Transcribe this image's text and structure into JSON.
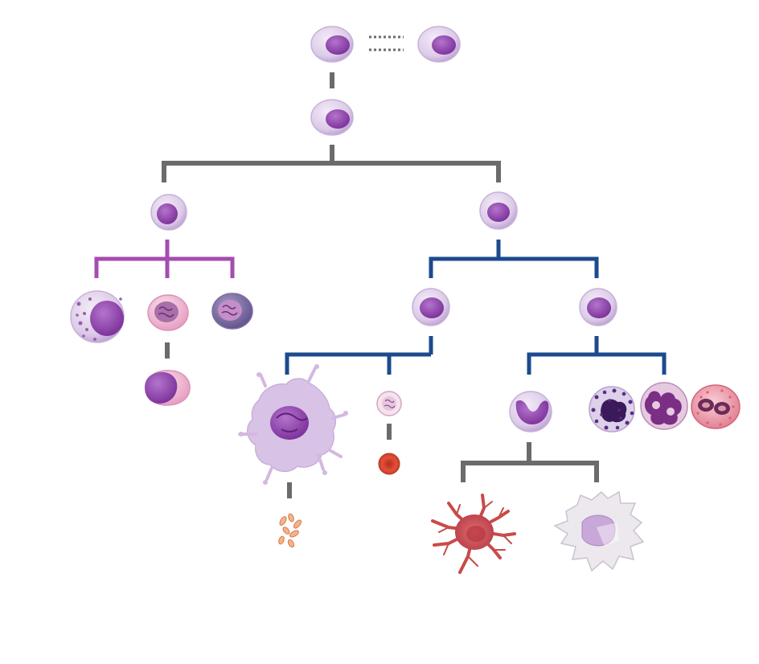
{
  "colors": {
    "connector_gray": "#6b6b6b",
    "connector_purple": "#a64cb0",
    "connector_blue": "#1c4a8e",
    "cell_lavender": "#d9c5e6",
    "nucleus_purple": "#8e44a8",
    "rbc_red": "#d9452c",
    "dendritic_red": "#c94a4a",
    "platelet_orange": "#e08a5a",
    "macrophage_gray": "#e8e3ea"
  },
  "cells": [
    {
      "name": "stem-cell-self-renewing",
      "icon": "stem-cell-icon"
    },
    {
      "name": "stem-cell-renewed",
      "icon": "stem-cell-icon"
    },
    {
      "name": "multipotent-progenitor",
      "icon": "progenitor-cell-icon"
    },
    {
      "name": "lymphoid-progenitor",
      "icon": "progenitor-cell-icon"
    },
    {
      "name": "myeloid-progenitor",
      "icon": "progenitor-cell-icon"
    },
    {
      "name": "nk-cell",
      "icon": "large-granular-cell-icon"
    },
    {
      "name": "b-lymphocyte",
      "icon": "lymphocyte-icon"
    },
    {
      "name": "t-lymphocyte",
      "icon": "lymphocyte-icon"
    },
    {
      "name": "plasma-cell",
      "icon": "plasma-cell-icon"
    },
    {
      "name": "megakaryocyte-erythroid-progenitor",
      "icon": "progenitor-cell-icon"
    },
    {
      "name": "granulocyte-macrophage-progenitor",
      "icon": "progenitor-cell-icon"
    },
    {
      "name": "megakaryocyte",
      "icon": "megakaryocyte-icon"
    },
    {
      "name": "erythroblast",
      "icon": "erythroblast-icon"
    },
    {
      "name": "platelets",
      "icon": "platelet-icon"
    },
    {
      "name": "erythrocyte",
      "icon": "red-blood-cell-icon"
    },
    {
      "name": "monocyte",
      "icon": "monocyte-icon"
    },
    {
      "name": "basophil",
      "icon": "granulocyte-icon"
    },
    {
      "name": "neutrophil",
      "icon": "granulocyte-icon"
    },
    {
      "name": "eosinophil",
      "icon": "granulocyte-icon"
    },
    {
      "name": "dendritic-cell",
      "icon": "dendritic-cell-icon"
    },
    {
      "name": "macrophage",
      "icon": "macrophage-icon"
    }
  ]
}
